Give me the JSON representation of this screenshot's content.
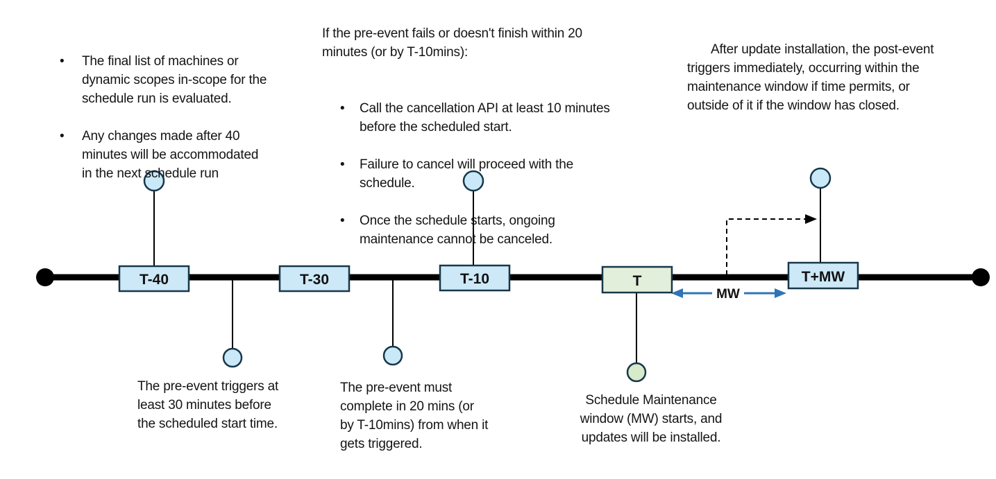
{
  "annotations": {
    "top_left": {
      "items": [
        "The final list of machines or\ndynamic scopes in-scope for the\nschedule run is evaluated.",
        "Any changes made after 40\nminutes will be accommodated\nin the next schedule run"
      ]
    },
    "top_middle": {
      "intro": "If the pre-event fails or doesn't finish within 20\nminutes (or by T-10mins):",
      "items": [
        "Call the cancellation API at least 10 minutes\nbefore the scheduled start.",
        "Failure to cancel will proceed with the\nschedule.",
        "Once the schedule starts, ongoing\nmaintenance cannot be canceled."
      ]
    },
    "top_right": {
      "text": "After update installation, the post-event\ntriggers immediately, occurring within the\nmaintenance window if time permits, or\noutside of it if the window has closed."
    },
    "bottom_pre_event_trigger": {
      "text": "The pre-event triggers at\nleast 30 minutes before\nthe scheduled start time."
    },
    "bottom_pre_event_complete": {
      "text": "The pre-event must\ncomplete in 20 mins (or\nby T-10mins) from when it\ngets triggered."
    },
    "bottom_mw_start": {
      "text": "Schedule Maintenance\nwindow (MW) starts, and\nupdates will be installed."
    }
  },
  "timeline": {
    "milestones": [
      {
        "label": "T-40"
      },
      {
        "label": "T-30"
      },
      {
        "label": "T-10"
      },
      {
        "label": "T"
      },
      {
        "label": "T+MW"
      }
    ],
    "mw_label": "MW"
  },
  "colors": {
    "milestone_blue": "#CDE9F8",
    "milestone_green": "#E2EFDA",
    "circle_blue": "#C9E9F9",
    "circle_green": "#D7EACA",
    "outline": "#17374A",
    "arrow": "#2E75B6",
    "line": "#000000"
  }
}
